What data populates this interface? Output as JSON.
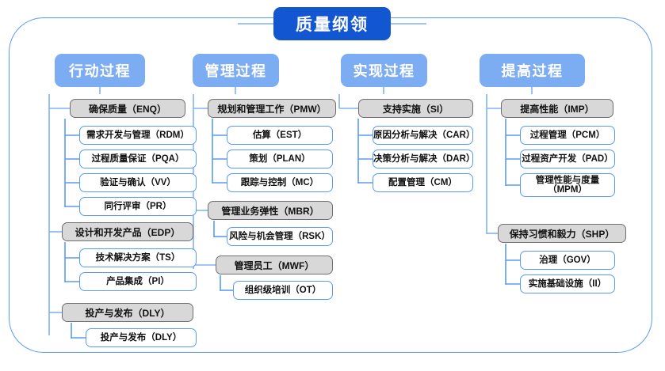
{
  "diagram": {
    "title": "质量纲领",
    "type": "hierarchy-tree",
    "colors": {
      "root_bg": "#1257d1",
      "category_bg": "#7cacf2",
      "group_bg": "#d8d8d8",
      "group_border": "#6f6f6f",
      "leaf_border": "#5a9bf6",
      "frame_border": "#5a9bf6",
      "text": "#111111",
      "header_text": "#ffffff"
    },
    "columns": [
      {
        "id": "action",
        "label": "行动过程",
        "groups": [
          {
            "label": "确保质量（ENQ）",
            "items": [
              "需求开发与管理（RDM）",
              "过程质量保证（PQA）",
              "验证与确认（VV）",
              "同行评审（PR）"
            ]
          },
          {
            "label": "设计和开发产品（EDP）",
            "items": [
              "技术解决方案（TS）",
              "产品集成（PI）"
            ]
          },
          {
            "label": "投产与发布（DLY）",
            "items": [
              "投产与发布（DLY）"
            ]
          }
        ]
      },
      {
        "id": "management",
        "label": "管理过程",
        "groups": [
          {
            "label": "规划和管理工作（PMW）",
            "items": [
              "估算（EST）",
              "策划（PLAN）",
              "跟踪与控制（MC）"
            ]
          },
          {
            "label": "管理业务弹性（MBR）",
            "items": [
              "风险与机会管理（RSK）"
            ]
          },
          {
            "label": "管理员工（MWF）",
            "items": [
              "组织级培训（OT）"
            ]
          }
        ]
      },
      {
        "id": "implementation",
        "label": "实现过程",
        "groups": [
          {
            "label": "支持实施（SI）",
            "items": [
              "原因分析与解决（CAR）",
              "决策分析与解决（DAR）",
              "配置管理（CM）"
            ]
          }
        ]
      },
      {
        "id": "improvement",
        "label": "提高过程",
        "groups": [
          {
            "label": "提高性能（IMP）",
            "items": [
              "过程管理（PCM）",
              "过程资产开发（PAD）",
              "管理性能与度量\n（MPM）"
            ]
          },
          {
            "label": "保持习惯和毅力（SHP）",
            "items": [
              "治理（GOV）",
              "实施基础设施（II）"
            ]
          }
        ]
      }
    ]
  }
}
